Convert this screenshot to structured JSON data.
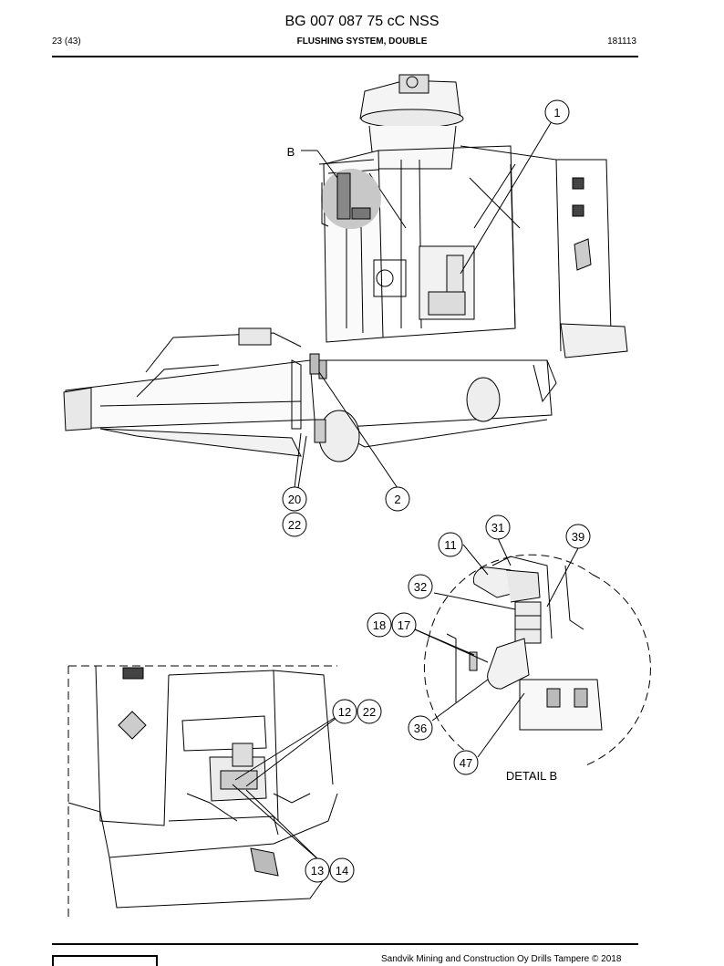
{
  "header": {
    "document_code": "BG 007 087 75 cC NSS",
    "page_of": "23 (43)",
    "section_title": "FLUSHING SYSTEM, DOUBLE",
    "document_number": "181113"
  },
  "drawing": {
    "view_label": "B",
    "detail_label": "DETAIL B",
    "callouts_main": [
      "1",
      "2",
      "20",
      "22"
    ],
    "callouts_detail": [
      "31",
      "11",
      "39",
      "32",
      "18",
      "17",
      "36",
      "47"
    ],
    "callouts_lower": [
      "12",
      "22",
      "13",
      "14"
    ]
  },
  "footer": {
    "copyright": "Sandvik Mining and Construction Oy Drills Tampere © 2018"
  }
}
